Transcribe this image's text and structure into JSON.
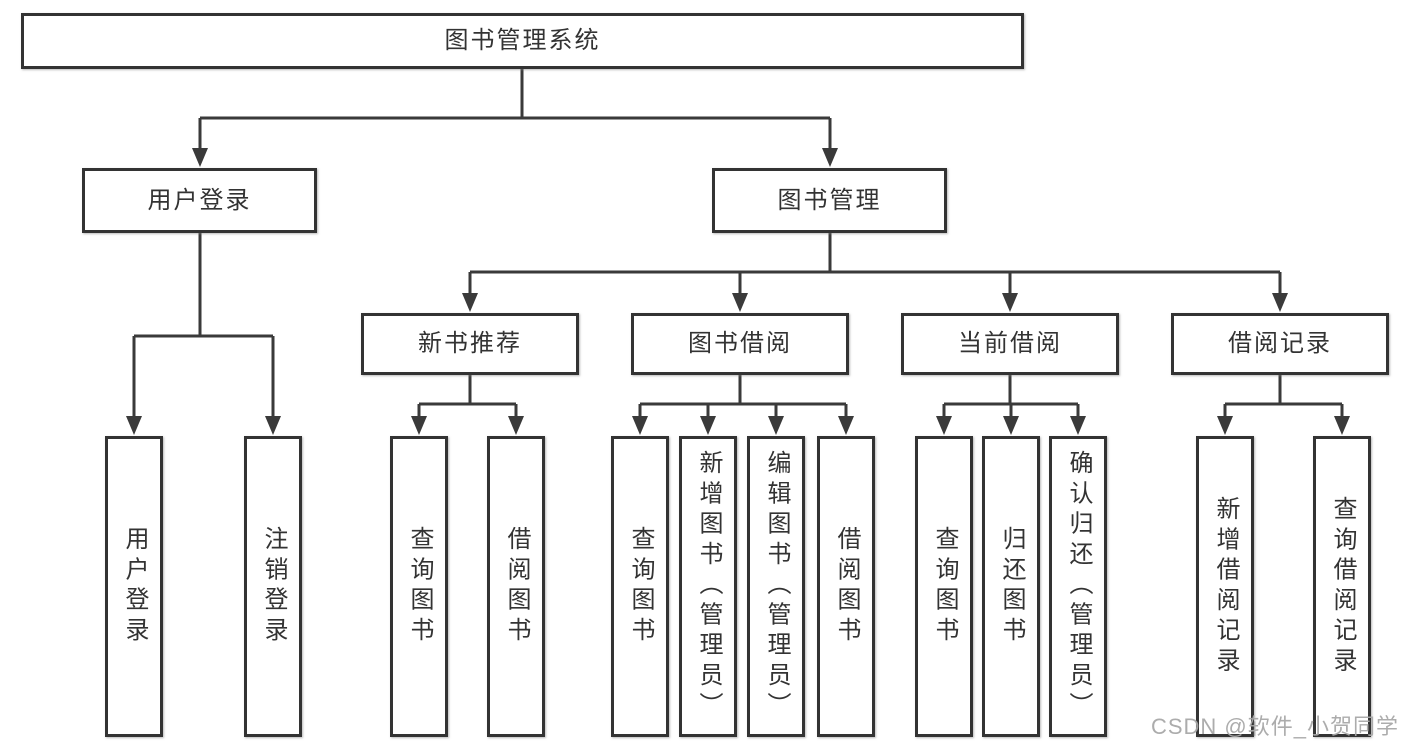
{
  "diagram": {
    "watermark": "CSDN @软件_小贺同学",
    "colors": {
      "line": "#3a3a3a",
      "box_border": "#333333",
      "box_fill": "#ffffff",
      "text": "#333333",
      "watermark": "#a8a8a8",
      "background": "#ffffff"
    },
    "nodes": {
      "root": {
        "label": "图书管理系统"
      },
      "user_login": {
        "label": "用户登录"
      },
      "book_mgmt": {
        "label": "图书管理"
      },
      "new_books": {
        "label": "新书推荐"
      },
      "book_borrow": {
        "label": "图书借阅"
      },
      "current_borrow": {
        "label": "当前借阅"
      },
      "borrow_records": {
        "label": "借阅记录"
      },
      "leaf_login": {
        "label": "用户登录"
      },
      "leaf_logout": {
        "label": "注销登录"
      },
      "leaf_nb_query": {
        "label": "查询图书"
      },
      "leaf_nb_borrow": {
        "label": "借阅图书"
      },
      "leaf_bb_query": {
        "label": "查询图书"
      },
      "leaf_bb_add": {
        "label": "新增图书（管理员）"
      },
      "leaf_bb_edit": {
        "label": "编辑图书（管理员）"
      },
      "leaf_bb_borrow": {
        "label": "借阅图书"
      },
      "leaf_cb_query": {
        "label": "查询图书"
      },
      "leaf_cb_return": {
        "label": "归还图书"
      },
      "leaf_cb_confirm": {
        "label": "确认归还（管理员）"
      },
      "leaf_br_add": {
        "label": "新增借阅记录"
      },
      "leaf_br_query": {
        "label": "查询借阅记录"
      }
    },
    "edges": [
      {
        "from": "图书管理系统",
        "to": [
          "用户登录",
          "图书管理"
        ]
      },
      {
        "from": "用户登录",
        "to": [
          "用户登录",
          "注销登录"
        ]
      },
      {
        "from": "图书管理",
        "to": [
          "新书推荐",
          "图书借阅",
          "当前借阅",
          "借阅记录"
        ]
      },
      {
        "from": "新书推荐",
        "to": [
          "查询图书",
          "借阅图书"
        ]
      },
      {
        "from": "图书借阅",
        "to": [
          "查询图书",
          "新增图书（管理员）",
          "编辑图书（管理员）",
          "借阅图书"
        ]
      },
      {
        "from": "当前借阅",
        "to": [
          "查询图书",
          "归还图书",
          "确认归还（管理员）"
        ]
      },
      {
        "from": "借阅记录",
        "to": [
          "新增借阅记录",
          "查询借阅记录"
        ]
      }
    ]
  }
}
